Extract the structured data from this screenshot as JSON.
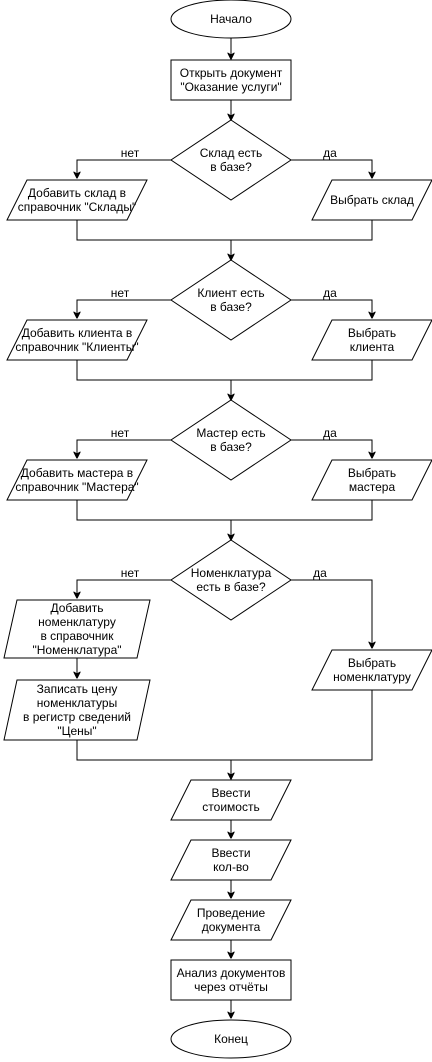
{
  "flowchart": {
    "start": "Начало",
    "open_doc": [
      "Открыть документ",
      "\"Оказание услуги\""
    ],
    "warehouse_q": [
      "Склад есть",
      "в базе?"
    ],
    "warehouse_add": [
      "Добавить склад в",
      "справочник \"Склады\""
    ],
    "warehouse_select": [
      "Выбрать склад"
    ],
    "client_q": [
      "Клиент есть",
      "в базе?"
    ],
    "client_add": [
      "Добавить клиента в",
      "справочник \"Клиенты\""
    ],
    "client_select": [
      "Выбрать",
      "клиента"
    ],
    "master_q": [
      "Мастер есть",
      "в базе?"
    ],
    "master_add": [
      "Добавить мастера в",
      "справочник \"Мастера\""
    ],
    "master_select": [
      "Выбрать",
      "мастера"
    ],
    "nom_q": [
      "Номенклатура",
      "есть в базе?"
    ],
    "nom_add": [
      "Добавить",
      "номенклатуру",
      "в справочник",
      "\"Номенклатура\""
    ],
    "price_record": [
      "Записать цену",
      "номенклатуры",
      "в регистр сведений",
      "\"Цены\""
    ],
    "nom_select": [
      "Выбрать",
      "номенклатуру"
    ],
    "enter_cost": [
      "Ввести",
      "стоимость"
    ],
    "enter_qty": [
      "Ввести",
      "кол-во"
    ],
    "post_doc": [
      "Проведение",
      "документа"
    ],
    "analysis": [
      "Анализ документов",
      "через отчёты"
    ],
    "end": "Конец",
    "label_no": "нет",
    "label_yes": "да"
  }
}
